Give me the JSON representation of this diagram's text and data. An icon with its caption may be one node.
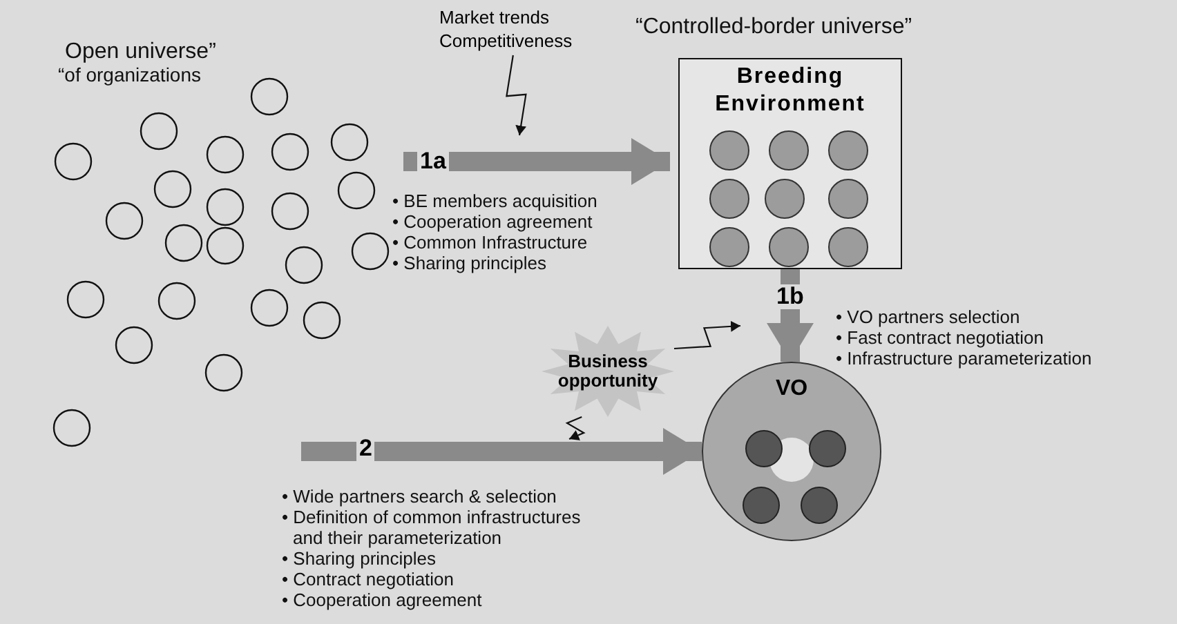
{
  "diagram": {
    "nodes": [
      {
        "text": [
          "Breeding Environment"
        ]
      },
      {
        "text": [
          "VO"
        ]
      },
      {
        "text": [
          "Business opportunity"
        ]
      },
      {
        "text": [
          "Market trends Competitiveness"
        ]
      }
    ],
    "edges": [
      {
        "from": null,
        "to": 0,
        "arrow": "to",
        "label": "1a",
        "style": "thick"
      },
      {
        "from": 0,
        "to": 1,
        "arrow": "to",
        "label": "1b",
        "style": "thick"
      },
      {
        "from": null,
        "to": 1,
        "arrow": "to",
        "label": "2",
        "style": "thick"
      },
      {
        "from": 3,
        "to": null,
        "arrow": "to",
        "color": "#111111"
      },
      {
        "from": 2,
        "to": null,
        "arrow": "to",
        "color": "#111111"
      },
      {
        "from": 2,
        "to": null,
        "arrow": "to",
        "color": "#111111"
      }
    ],
    "labels": [
      "Open universe”",
      "“of organizations",
      "“Controlled-border universe”",
      "• BE members acquisition",
      "• Cooperation agreement",
      "• Common Infrastructure",
      "• Sharing principles",
      "• VO partners selection",
      "• Fast contract negotiation",
      "• Infrastructure parameterization",
      "• Wide partners search & selection",
      "• Definition of common infrastructures and their parameterization",
      "• Sharing principles",
      "• Contract negotiation",
      "• Cooperation agreement"
    ]
  }
}
